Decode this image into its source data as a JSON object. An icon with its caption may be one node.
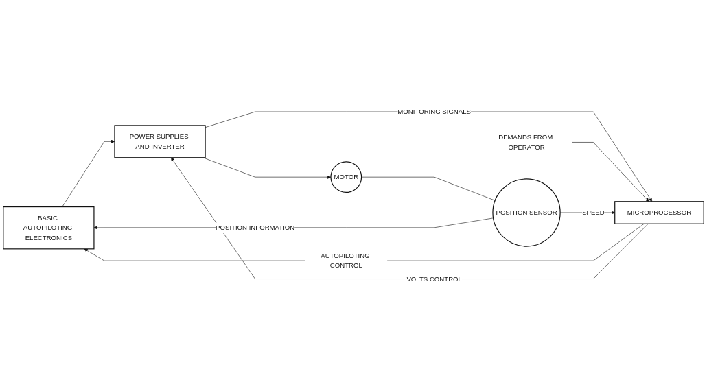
{
  "diagram": {
    "nodes": [
      {
        "text": [
          "BASIC AUTOPILOTING ELECTRONICS"
        ]
      },
      {
        "text": [
          "POWER SUPPLIES AND INVERTER"
        ]
      },
      {
        "text": [
          "MOTOR"
        ]
      },
      {
        "text": [
          "MICROPROCESSOR"
        ]
      },
      {
        "text": [
          "POSITION SENSOR"
        ]
      },
      {
        "text": [
          "DEMANDS FROM OPERATOR"
        ]
      }
    ],
    "edges": [
      {
        "from": 0,
        "to": 1,
        "arrow": "to"
      },
      {
        "from": 1,
        "to": 2,
        "arrow": "to"
      },
      {
        "from": 2,
        "to": 4,
        "arrow": "none"
      },
      {
        "from": 3,
        "to": 0,
        "arrow": "to",
        "label": "AUTOPILOTING CONTROL"
      },
      {
        "from": 3,
        "to": 1,
        "arrow": "to",
        "label": "VOLTS CONTROL"
      },
      {
        "from": 1,
        "to": 3,
        "arrow": "to",
        "label": "MONITORING SIGNALS"
      },
      {
        "from": 5,
        "to": 3,
        "arrow": "to"
      },
      {
        "from": 4,
        "to": 3,
        "arrow": "to",
        "label": "SPEED"
      },
      {
        "from": 4,
        "to": 0,
        "arrow": "to",
        "label": "POSITION INFORMATION"
      }
    ]
  }
}
